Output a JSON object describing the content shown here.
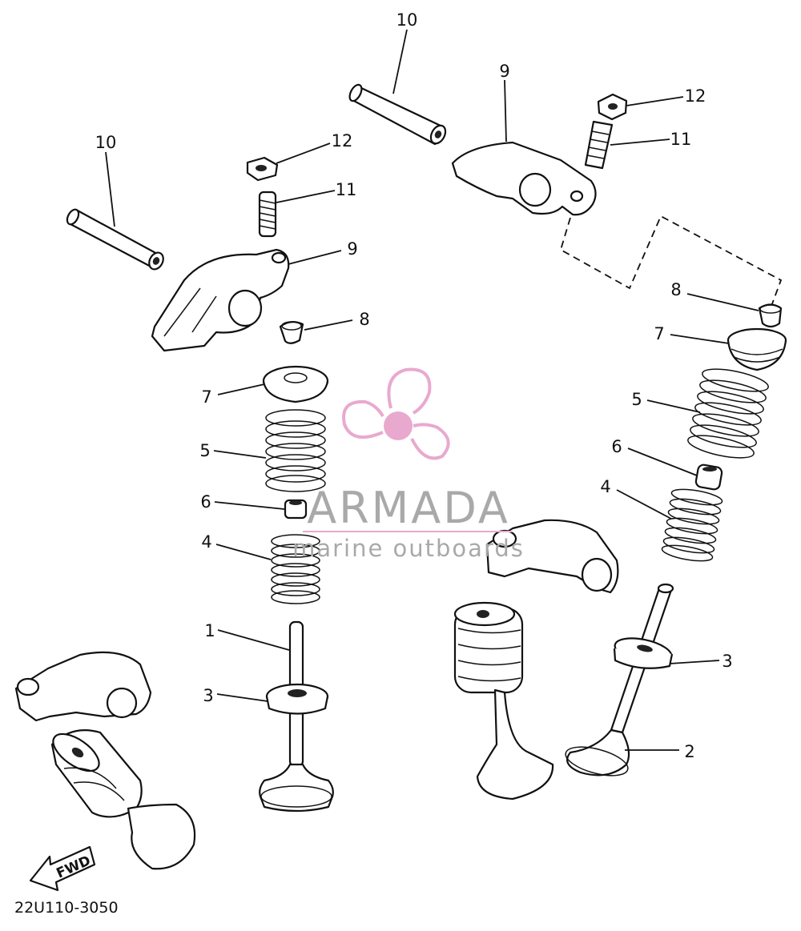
{
  "callouts": {
    "c10a": "10",
    "c10b": "10",
    "c12a": "12",
    "c12b": "12",
    "c11a": "11",
    "c11b": "11",
    "c9a": "9",
    "c9b": "9",
    "c8a": "8",
    "c8b": "8",
    "c7a": "7",
    "c7b": "7",
    "c5a": "5",
    "c5b": "5",
    "c6a": "6",
    "c6b": "6",
    "c4a": "4",
    "c4b": "4",
    "c1": "1",
    "c3a": "3",
    "c3b": "3",
    "c2": "2"
  },
  "watermark": {
    "brand": "ARMADA",
    "tagline": "marine outboards",
    "color": "#e9a9cf"
  },
  "fwd_label": "FWD",
  "figure_code": "22U110-3050"
}
